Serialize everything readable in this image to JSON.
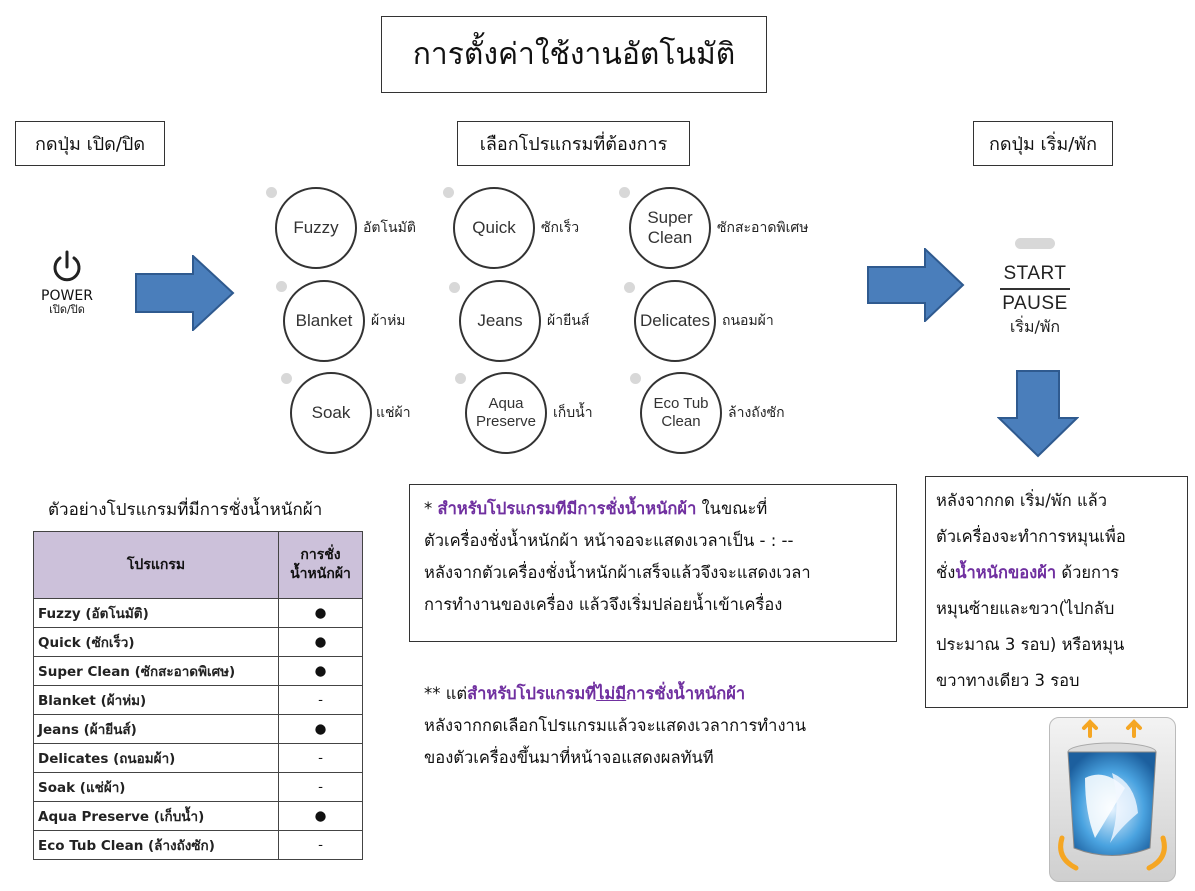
{
  "title": "การตั้งค่าใช้งานอัตโนมัติ",
  "steps": {
    "power_label": "กดปุ่ม เปิด/ปิด",
    "select_label": "เลือกโปรแกรมที่ต้องการ",
    "start_label": "กดปุ่ม เริ่ม/พัก"
  },
  "power_button": {
    "label": "POWER",
    "sub": "เปิด/ปิด",
    "icon": "power-icon"
  },
  "programs": [
    {
      "btn": [
        "Fuzzy"
      ],
      "name": "อัตโนมัติ"
    },
    {
      "btn": [
        "Quick"
      ],
      "name": "ซักเร็ว"
    },
    {
      "btn": [
        "Super",
        "Clean"
      ],
      "name": "ซักสะอาดพิเศษ"
    },
    {
      "btn": [
        "Blanket"
      ],
      "name": "ผ้าห่ม"
    },
    {
      "btn": [
        "Jeans"
      ],
      "name": "ผ้ายีนส์"
    },
    {
      "btn": [
        "Delicates"
      ],
      "name": "ถนอมผ้า"
    },
    {
      "btn": [
        "Soak"
      ],
      "name": "แช่ผ้า"
    },
    {
      "btn": [
        "Aqua",
        "Preserve"
      ],
      "name": "เก็บน้ำ"
    },
    {
      "btn": [
        "Eco Tub",
        "Clean"
      ],
      "name": "ล้างถังซัก"
    }
  ],
  "start_button": {
    "line1": "START",
    "line2": "PAUSE",
    "sub": "เริ่ม/พัก"
  },
  "table": {
    "caption": "ตัวอย่างโปรแกรมที่มีการชั่งน้ำหนักผ้า",
    "col1": "โปรแกรม",
    "col2_line1": "การชั่ง",
    "col2_line2": "น้ำหนักผ้า",
    "rows": [
      {
        "name": "Fuzzy (อัตโนมัติ)",
        "mark": "●"
      },
      {
        "name": "Quick (ซักเร็ว)",
        "mark": "●"
      },
      {
        "name": "Super Clean (ซักสะอาดพิเศษ)",
        "mark": "●"
      },
      {
        "name": "Blanket (ผ้าห่ม)",
        "mark": "-"
      },
      {
        "name": "Jeans (ผ้ายีนส์)",
        "mark": "●"
      },
      {
        "name": "Delicates (ถนอมผ้า)",
        "mark": "-"
      },
      {
        "name": "Soak (แช่ผ้า)",
        "mark": "-"
      },
      {
        "name": "Aqua Preserve (เก็บน้ำ)",
        "mark": "●"
      },
      {
        "name": "Eco Tub Clean (ล้างถังซัก)",
        "mark": "-"
      }
    ]
  },
  "note1": {
    "prefix": "* ",
    "highlight": "สำหรับโปรแกรมทีมีการชั่งน้ำหนักผ้า",
    "line1_rest": " ในขณะที่",
    "line2": "ตัวเครื่องชั่งน้ำหนักผ้า หน้าจอจะแสดงเวลาเป็น  - : --",
    "line3": "หลังจากตัวเครื่องชั่งน้ำหนักผ้าเสร็จแล้วจึงจะแสดงเวลา",
    "line4": "การทำงานของเครื่อง แล้วจึงเริ่มปล่อยน้ำเข้าเครื่อง"
  },
  "note2": {
    "prefix": "** แต่",
    "hl1": "สำหรับโปรแกรมที่",
    "hl_ul": "ไม่มี",
    "hl2": "การชั่งน้ำหนักผ้า",
    "line2": "หลังจากกดเลือกโปรแกรมแล้วจะแสดงเวลาการทำงาน",
    "line3": "ของตัวเครื่องขึ้นมาที่หน้าจอแสดงผลทันที"
  },
  "note3": {
    "line1": "หลังจากกด เริ่ม/พัก แล้ว",
    "line2": "ตัวเครื่องจะทำการหมุนเพื่อ",
    "line3_pre": "ชั่ง",
    "line3_hl": "น้ำหนักของผ้า",
    "line3_post": " ด้วยการ",
    "line4": "หมุนซ้ายและขวา(ไปกลับ",
    "line5": "ประมาณ 3 รอบ) หรือหมุน",
    "line6": "ขวาทางเดียว 3 รอบ"
  },
  "colors": {
    "arrow": "#4a7ebb",
    "arrow_border": "#2f5a8f",
    "table_header": "#ccc1da",
    "highlight": "#7030a0"
  }
}
